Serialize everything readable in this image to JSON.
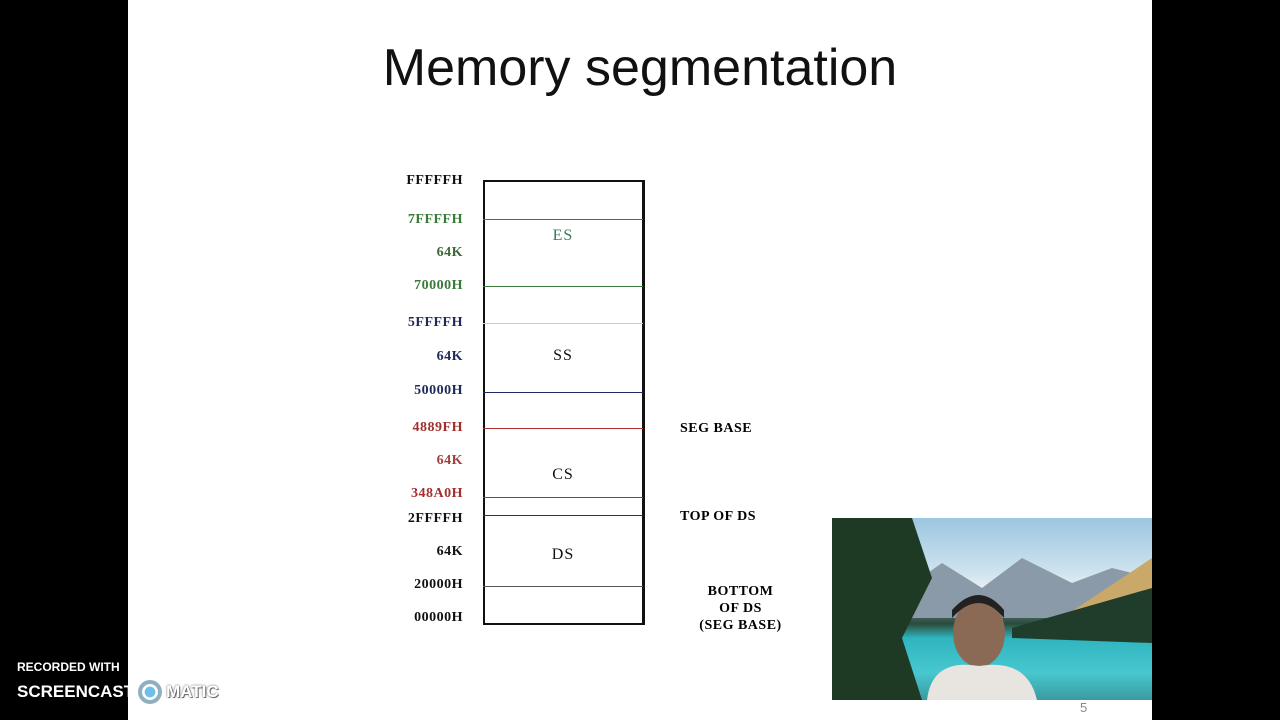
{
  "slide": {
    "title": "Memory segmentation",
    "page_number": "5",
    "addresses": [
      {
        "label": "FFFFFH",
        "color": "#111111"
      },
      {
        "label": "7FFFFH",
        "color": "#3a7a3a"
      },
      {
        "label": "64K",
        "color": "#3a6a3a"
      },
      {
        "label": "70000H",
        "color": "#3a7a3a"
      },
      {
        "label": "5FFFFH",
        "color": "#1e2a5a"
      },
      {
        "label": "64K",
        "color": "#1e2a5a"
      },
      {
        "label": "50000H",
        "color": "#1e2a5a"
      },
      {
        "label": "4889FH",
        "color": "#a03030"
      },
      {
        "label": "64K",
        "color": "#a04040"
      },
      {
        "label": "348A0H",
        "color": "#a03030"
      },
      {
        "label": "2FFFFH",
        "color": "#111111"
      },
      {
        "label": "64K",
        "color": "#111111"
      },
      {
        "label": "20000H",
        "color": "#111111"
      },
      {
        "label": "00000H",
        "color": "#111111"
      }
    ],
    "segments": [
      {
        "label": "ES",
        "color": "#3a7a5a"
      },
      {
        "label": "SS",
        "color": "#111111"
      },
      {
        "label": "CS",
        "color": "#111111"
      },
      {
        "label": "DS",
        "color": "#111111"
      }
    ],
    "notes": {
      "seg_base": "SEG BASE",
      "top_of_ds": "TOP OF DS",
      "bottom_line1": "BOTTOM",
      "bottom_line2": "OF DS",
      "bottom_line3": "(SEG BASE)"
    }
  },
  "watermark": {
    "line1": "RECORDED WITH",
    "brand_left": "SCREENCAST",
    "brand_right": "MATIC"
  }
}
